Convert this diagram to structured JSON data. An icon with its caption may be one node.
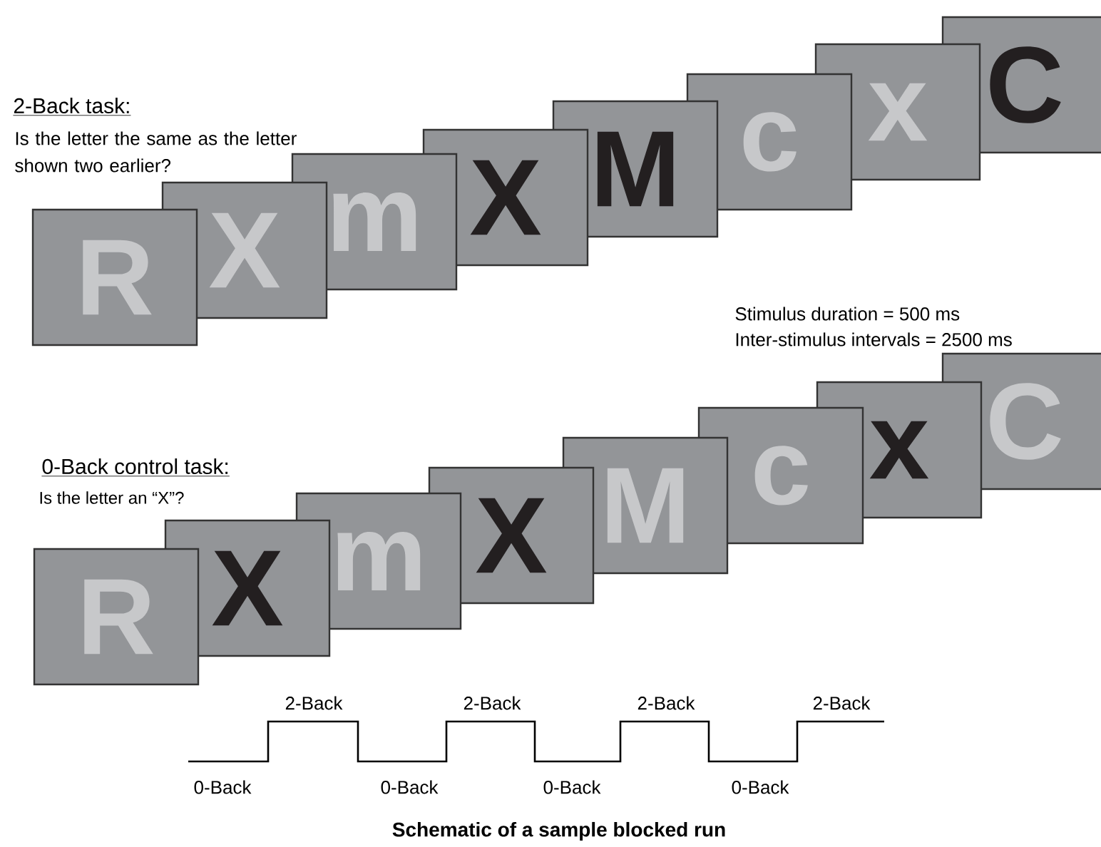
{
  "diagram": {
    "caption": "Schematic of a sample blocked run",
    "nodes": [
      {
        "text": [
          "R"
        ]
      },
      {
        "text": [
          "X"
        ]
      },
      {
        "text": [
          "m"
        ]
      },
      {
        "text": [
          "X"
        ]
      },
      {
        "text": [
          "M"
        ]
      },
      {
        "text": [
          "c"
        ]
      },
      {
        "text": [
          "x"
        ]
      },
      {
        "text": [
          "C"
        ]
      },
      {
        "text": [
          "R"
        ]
      },
      {
        "text": [
          "X"
        ]
      },
      {
        "text": [
          "m"
        ]
      },
      {
        "text": [
          "X"
        ]
      },
      {
        "text": [
          "M"
        ]
      },
      {
        "text": [
          "c"
        ]
      },
      {
        "text": [
          "x"
        ]
      },
      {
        "text": [
          "C"
        ]
      }
    ],
    "labels": [
      "2-Back task:",
      "Is the letter the same as the letter shown two earlier?",
      "Stimulus duration = 500 ms",
      "Inter-stimulus intervals = 2500 ms",
      "0-Back control task:",
      "Is the letter an “X”?",
      "2-Back",
      "2-Back",
      "2-Back",
      "2-Back",
      "0-Back",
      "0-Back",
      "0-Back",
      "0-Back"
    ]
  }
}
